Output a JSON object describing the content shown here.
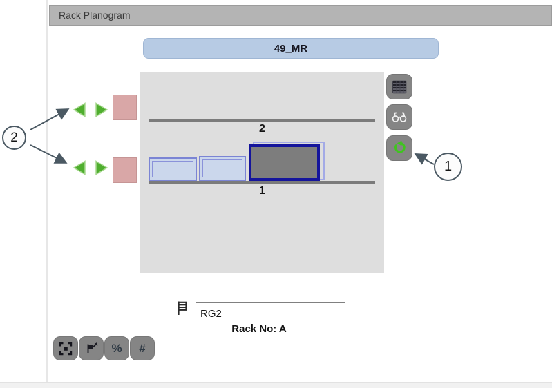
{
  "panel": {
    "title": "Rack Planogram"
  },
  "rack": {
    "group_label": "49_MR",
    "shelves": [
      {
        "number": "2",
        "items_count": 0
      },
      {
        "number": "1",
        "items_count": 3
      }
    ],
    "items": [
      {
        "shelf": "1",
        "state": "normal",
        "fill": "#cbd7ec"
      },
      {
        "shelf": "1",
        "state": "normal",
        "fill": "#cbd7ec"
      },
      {
        "shelf": "1",
        "state": "selected",
        "fill": "#7d7d7d",
        "border": "#14149c"
      }
    ]
  },
  "shelf_controls": [
    {
      "shelf": "2",
      "icons": [
        "triangle-left-icon",
        "triangle-right-icon",
        "pink-slot"
      ]
    },
    {
      "shelf": "1",
      "icons": [
        "triangle-left-icon",
        "triangle-right-icon",
        "pink-slot"
      ]
    }
  ],
  "right_toolbar": {
    "buttons": [
      {
        "icon": "grid-icon"
      },
      {
        "icon": "binoculars-icon"
      },
      {
        "icon": "rotate-arrow-icon"
      }
    ]
  },
  "bottom_toolbar": {
    "buttons": [
      {
        "icon": "fit-screen-icon",
        "label": ""
      },
      {
        "icon": "flag-arrow-icon",
        "label": ""
      },
      {
        "icon": "",
        "label": "%"
      },
      {
        "icon": "",
        "label": "#"
      }
    ]
  },
  "bottom_field": {
    "icon": "flag-icon",
    "value": "RG2",
    "label": "Rack No: A"
  },
  "annotations": {
    "callouts": [
      {
        "label": "1",
        "points_to": "rotate-button"
      },
      {
        "label": "2",
        "points_to": "shelf-move-arrows"
      }
    ]
  },
  "colors": {
    "titlebar_gray": "#b4b4b4",
    "header_blue": "#b7cbe4",
    "canvas_gray": "#dedede",
    "shelf_line": "#7b7b7b",
    "item_blue": "#cbd7ec",
    "item_border_blue": "#7b84d4",
    "selected_navy": "#14149c",
    "selected_fill": "#7d7d7d",
    "arrow_green": "#4fae2e",
    "slot_pink": "#d9a7a7",
    "button_gray": "#858585",
    "rotate_green": "#3fc41f",
    "annotation_slate": "#4b5963"
  }
}
